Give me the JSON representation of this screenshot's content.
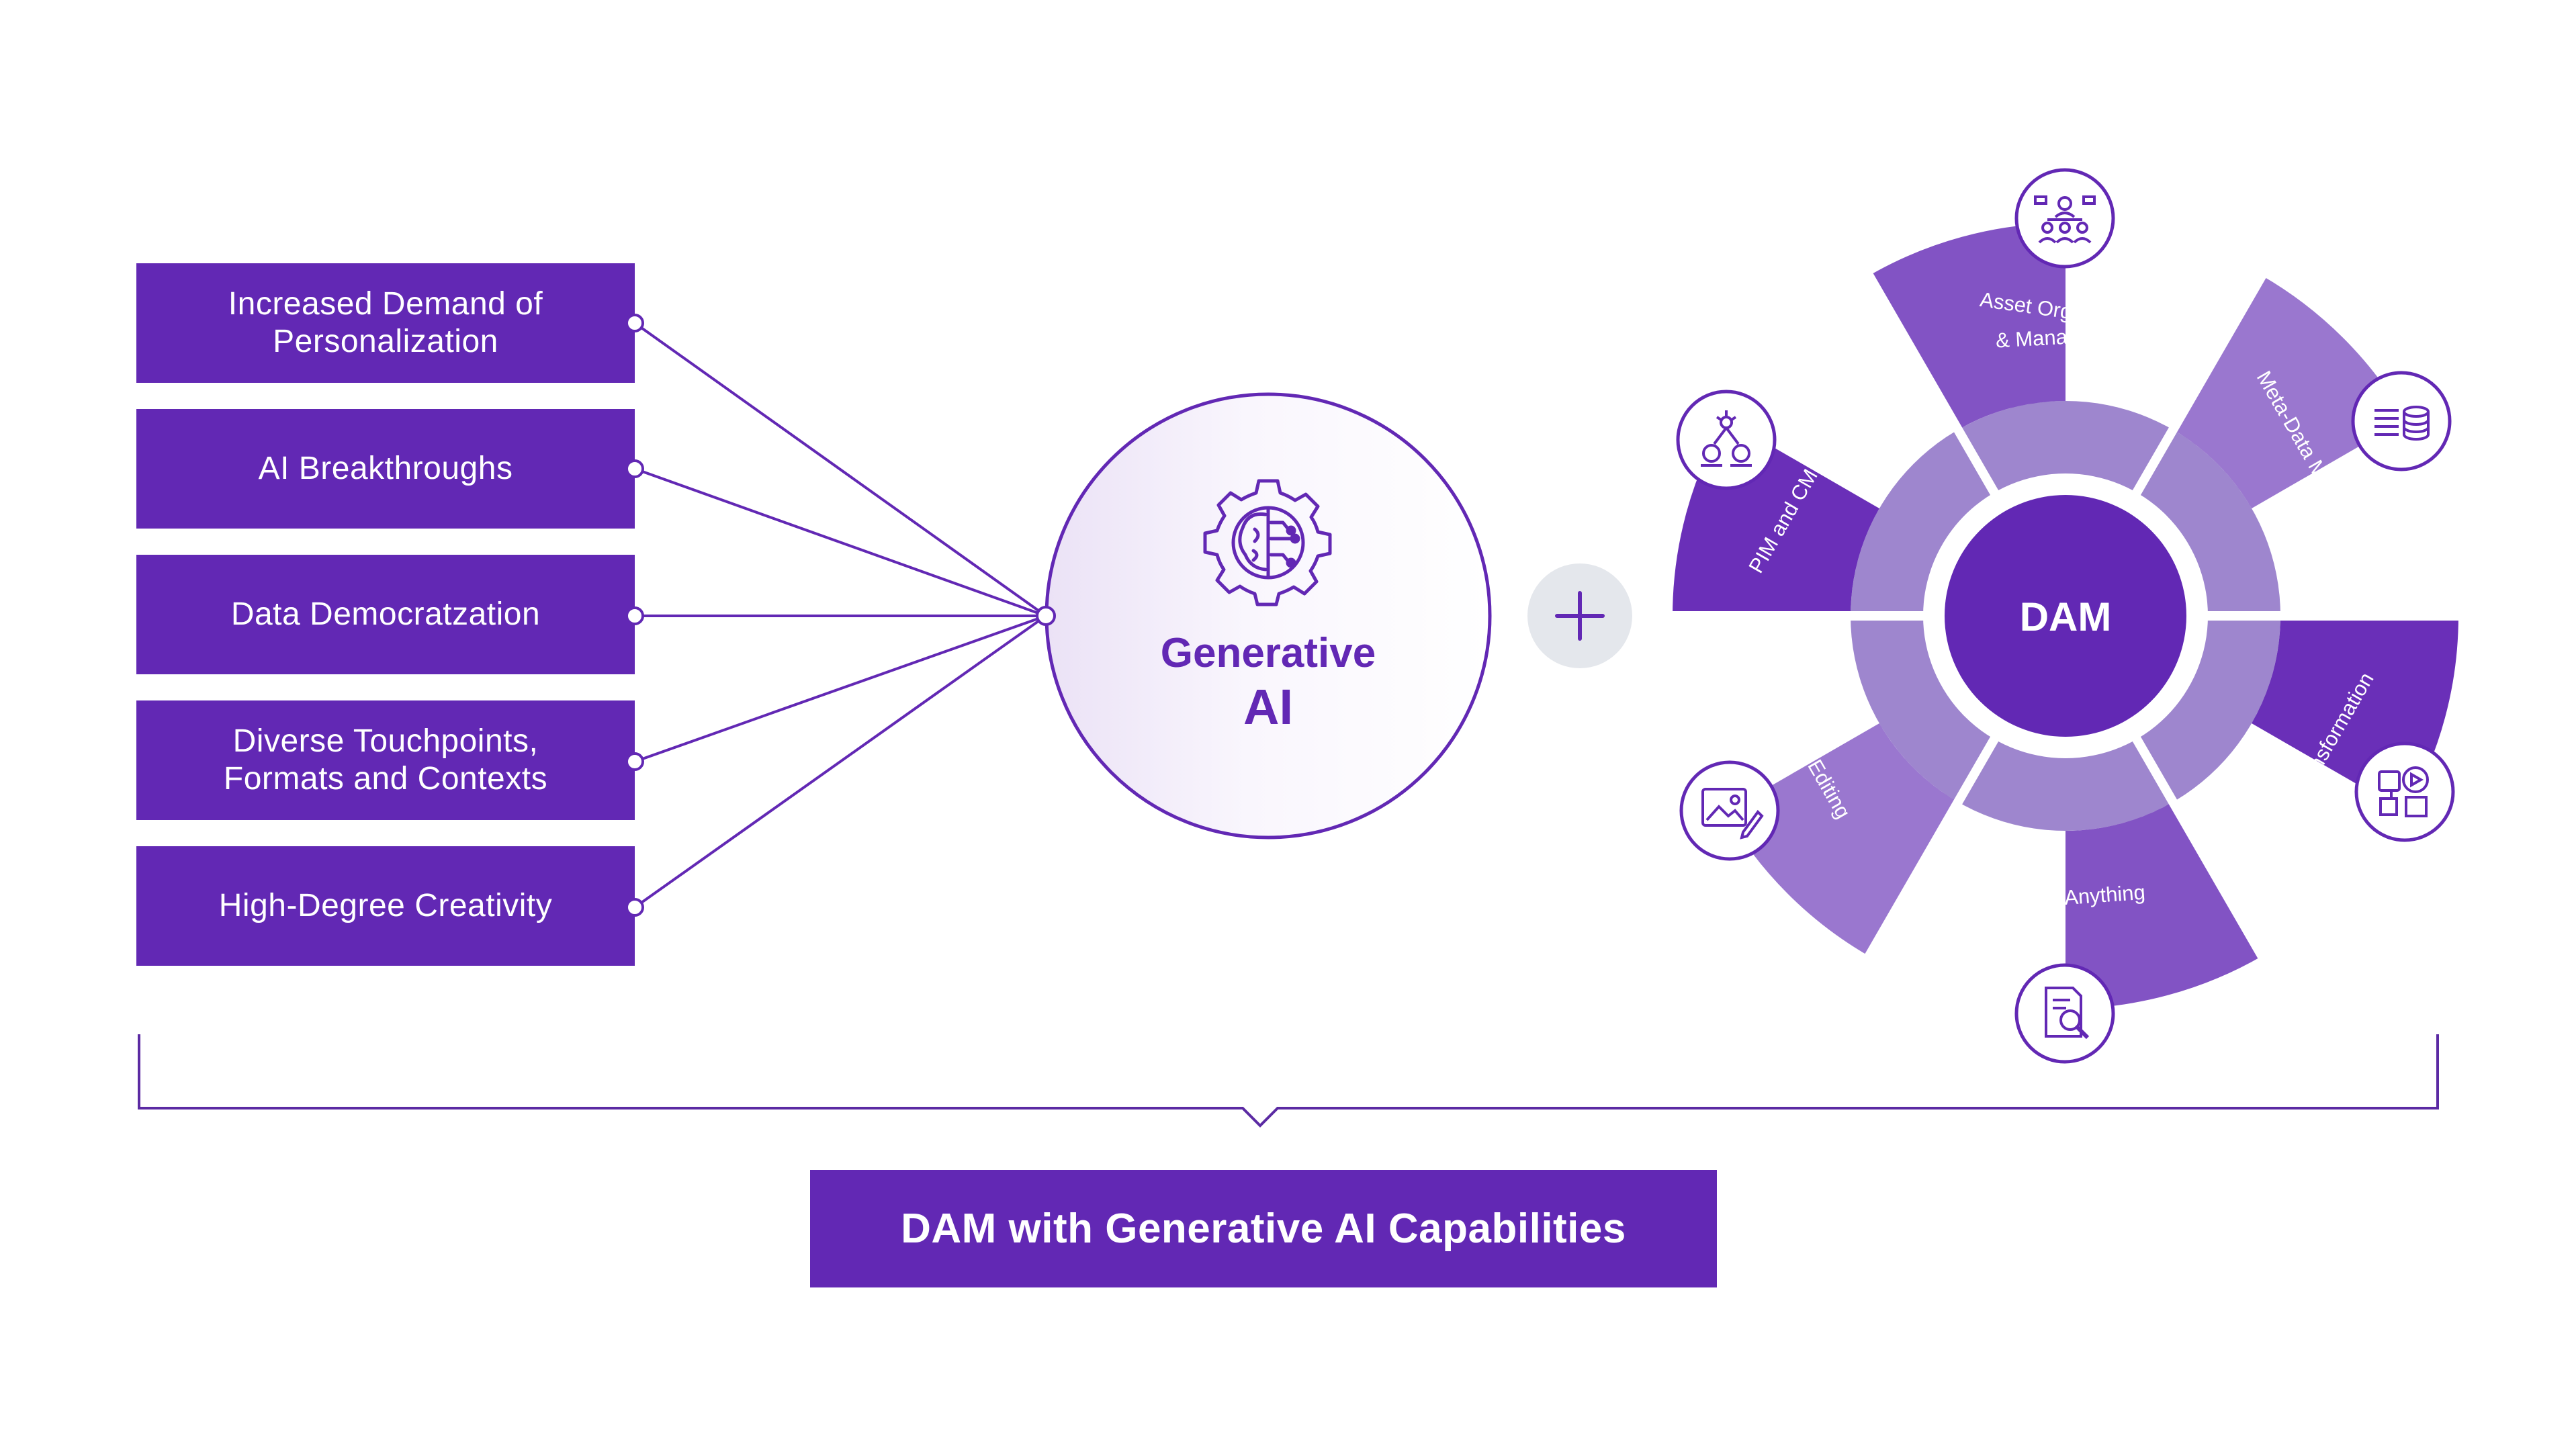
{
  "drivers": [
    "Increased Demand of\nPersonalization",
    "AI Breakthroughs",
    "Data Democratzation",
    "Diverse Touchpoints,\nFormats and Contexts",
    "High-Degree Creativity"
  ],
  "genai": {
    "line1": "Generative",
    "line2": "AI",
    "icon": "ai-brain-gear-icon"
  },
  "plus_icon": "plus-icon",
  "dam": {
    "center": "DAM",
    "segments": [
      {
        "label": "Asset Organization\n& Management",
        "icon": "team-hierarchy-icon"
      },
      {
        "label": "Meta-Data Management",
        "icon": "database-list-icon"
      },
      {
        "label": "Media Transformation",
        "icon": "media-share-icon"
      },
      {
        "label": "Preview Anything",
        "icon": "document-search-icon"
      },
      {
        "label": "Image Editing",
        "icon": "image-edit-icon"
      },
      {
        "label": "PIM and CMS Integration",
        "icon": "integration-network-icon"
      }
    ]
  },
  "result": "DAM with Generative AI Capabilities",
  "colors": {
    "primary": "#6228b4",
    "segment_dark": "#6a2fb8",
    "segment_mid": "#8253c4",
    "segment_light": "#9a77cf",
    "inner_ring": "#4f22a5",
    "bracket": "#5b2aa3",
    "plus_bg": "#e4e7ec"
  }
}
